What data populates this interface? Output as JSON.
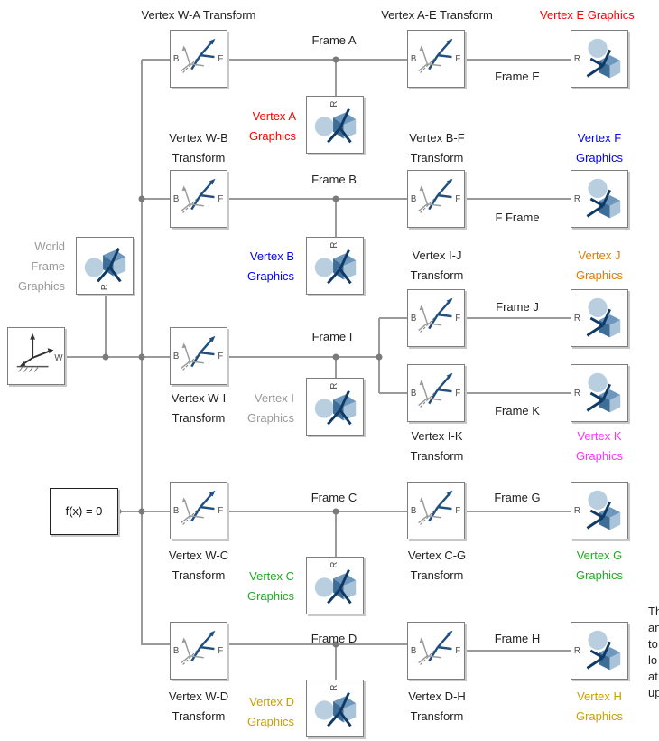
{
  "colors": {
    "line": "#9a9a9a",
    "junction": "#7a7a7a",
    "red": "#ff0000",
    "blue": "#0000ff",
    "gray": "#9a9a9a",
    "orange": "#e07b00",
    "magenta": "#ff33ff",
    "green": "#22aa22",
    "olive": "#c8a000"
  },
  "world_frame": {
    "port": "W"
  },
  "constraint": {
    "label": "f(x) = 0"
  },
  "ports": {
    "base": "B",
    "follower": "F",
    "reference": "R"
  },
  "transforms": {
    "wa": "Vertex W-A Transform",
    "ae": "Vertex A-E Transform",
    "wb": "Vertex W-B\nTransform",
    "bf": "Vertex B-F\nTransform",
    "ij": "Vertex I-J\nTransform",
    "wi": "Vertex W-I\nTransform",
    "ik": "Vertex I-K\nTransform",
    "wc": "Vertex W-C\nTransform",
    "cg": "Vertex C-G\nTransform",
    "wd": "Vertex W-D\nTransform",
    "dh": "Vertex D-H\nTransform"
  },
  "graphics": {
    "world": "World\nFrame\nGraphics",
    "a": "Vertex A\nGraphics",
    "b": "Vertex B\nGraphics",
    "i": "Vertex I\nGraphics",
    "c": "Vertex C\nGraphics",
    "d": "Vertex D\nGraphics",
    "e": "Vertex E Graphics",
    "f": "Vertex F\nGraphics",
    "j": "Vertex J\nGraphics",
    "k": "Vertex K\nGraphics",
    "g": "Vertex G\nGraphics",
    "h": "Vertex H\nGraphics"
  },
  "frames": {
    "a": "Frame A",
    "e": "Frame E",
    "b": "Frame B",
    "f": "F Frame",
    "i": "Frame I",
    "j": "Frame J",
    "k": "Frame K",
    "c": "Frame C",
    "g": "Frame G",
    "d": "Frame D",
    "h": "Frame H"
  },
  "note": "Th\nan\nto\nlo\nat\nup"
}
